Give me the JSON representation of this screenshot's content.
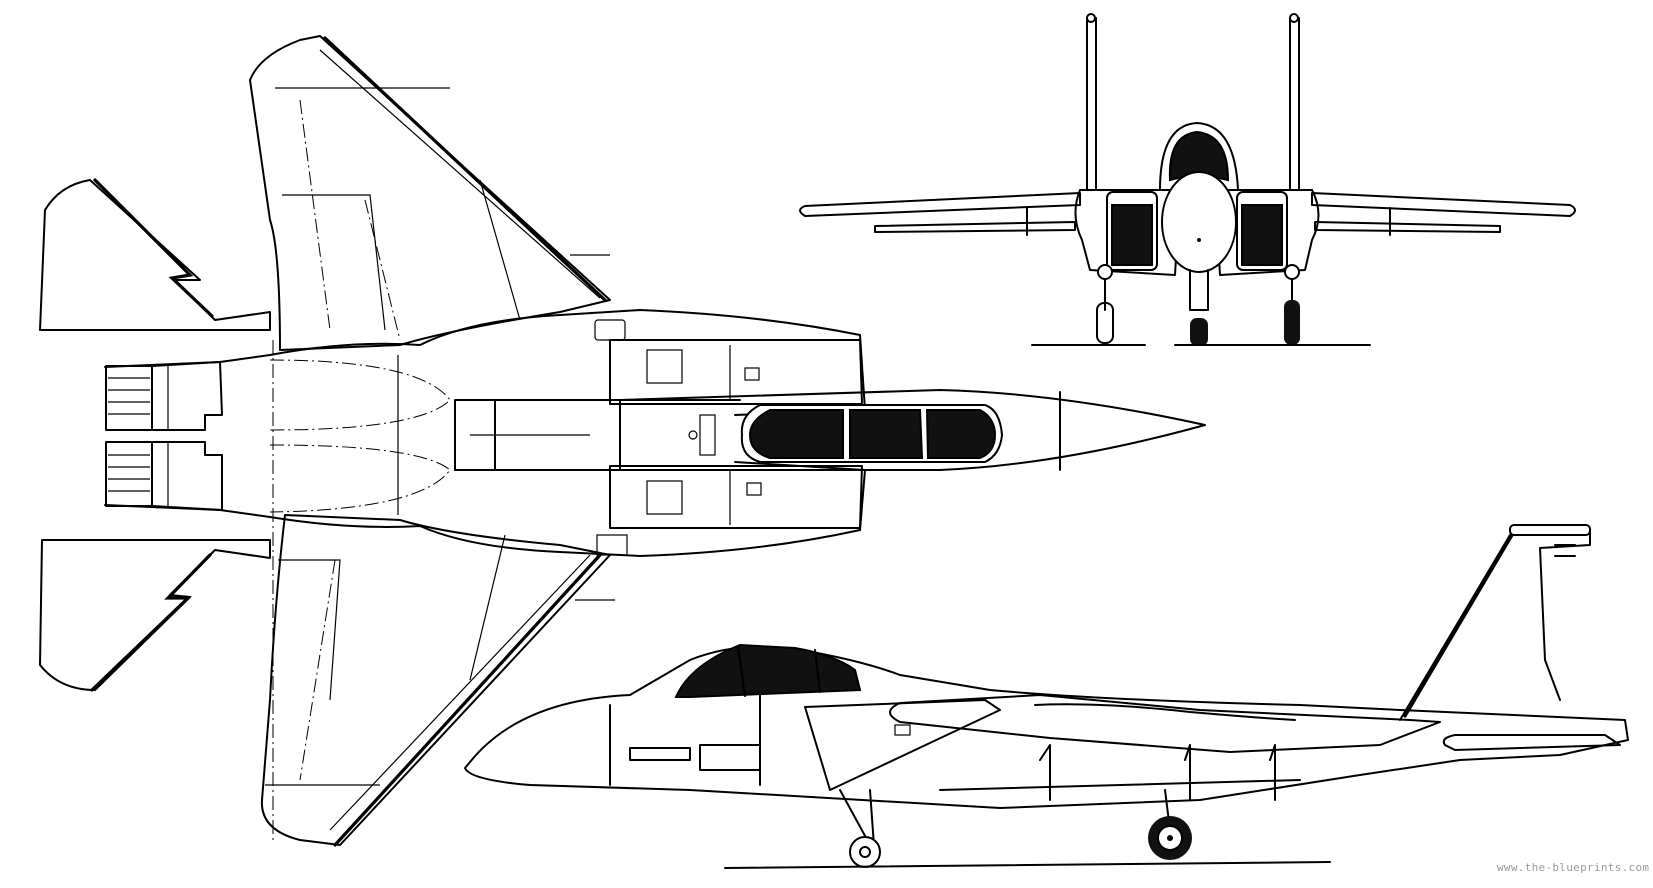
{
  "drawing": {
    "subject": "Twin-seat twin-tail fighter jet three-view blueprint",
    "style": "black line art on white",
    "colors": {
      "background": "#ffffff",
      "line": "#000000",
      "glass": "#111111",
      "watermark": "#9a9a9a"
    },
    "views": [
      {
        "id": "top",
        "label": "Top view (planform)",
        "region": [
          0,
          30,
          1150,
          810
        ]
      },
      {
        "id": "front",
        "label": "Front view",
        "region": [
          760,
          10,
          1580,
          340
        ]
      },
      {
        "id": "side",
        "label": "Side view (port profile)",
        "region": [
          450,
          495,
          1640,
          880
        ]
      }
    ]
  },
  "watermark": {
    "text": "www.the-blueprints.com"
  }
}
